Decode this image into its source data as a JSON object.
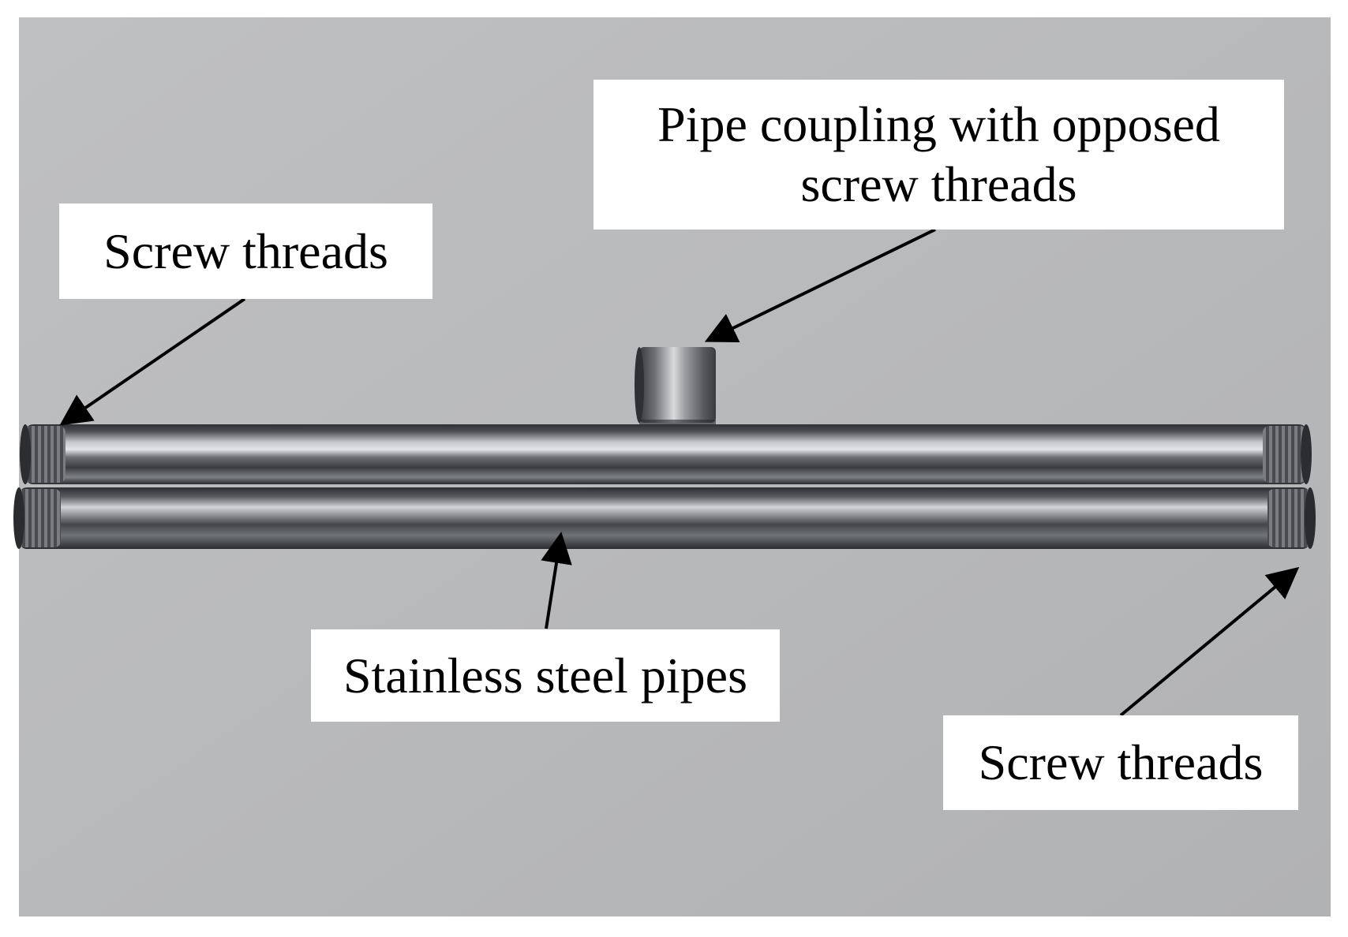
{
  "labels": {
    "screw_threads_left": "Screw threads",
    "coupling_line1": "Pipe coupling with opposed",
    "coupling_line2": "screw threads",
    "stainless_pipes": "Stainless steel pipes",
    "screw_threads_right": "Screw threads"
  },
  "colors": {
    "background": "#b9babc",
    "steel_dark": "#3e3f43",
    "steel_light": "#c9cbcf",
    "label_bg": "#ffffff",
    "arrow": "#000000"
  }
}
